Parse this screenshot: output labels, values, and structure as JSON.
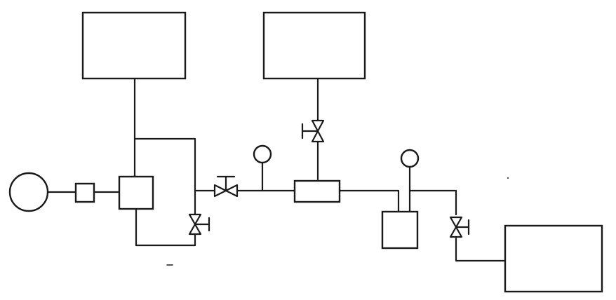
{
  "diagram": {
    "kind": "piping-schematic",
    "components": [
      {
        "id": "pump",
        "type": "circle"
      },
      {
        "id": "filter",
        "type": "small-box"
      },
      {
        "id": "junction-box",
        "type": "box"
      },
      {
        "id": "tank-left",
        "type": "tank"
      },
      {
        "id": "tank-middle",
        "type": "tank"
      },
      {
        "id": "tank-right",
        "type": "tank"
      },
      {
        "id": "bypass-valve",
        "type": "valve"
      },
      {
        "id": "main-valve",
        "type": "valve"
      },
      {
        "id": "pressure-gauge-1",
        "type": "gauge"
      },
      {
        "id": "manifold",
        "type": "horizontal-box"
      },
      {
        "id": "upper-valve",
        "type": "valve"
      },
      {
        "id": "gauge-2",
        "type": "gauge"
      },
      {
        "id": "receiver-box",
        "type": "box"
      },
      {
        "id": "outlet-valve",
        "type": "valve"
      }
    ],
    "labels": []
  },
  "colors": {
    "stroke": "#1a1a1a",
    "background": "#ffffff"
  }
}
